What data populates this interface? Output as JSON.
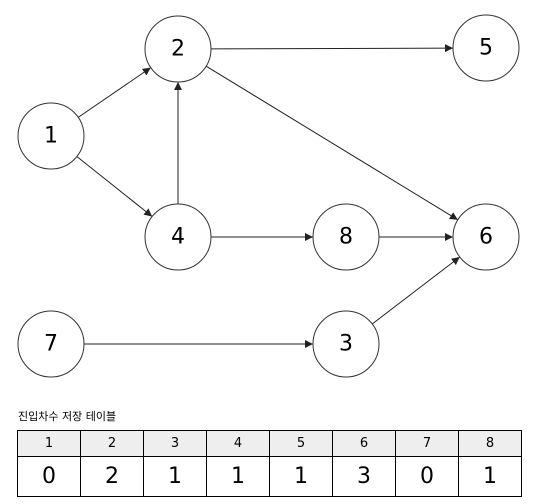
{
  "nodes": [
    {
      "id": "1",
      "label": "1"
    },
    {
      "id": "2",
      "label": "2"
    },
    {
      "id": "5",
      "label": "5"
    },
    {
      "id": "4",
      "label": "4"
    },
    {
      "id": "8",
      "label": "8"
    },
    {
      "id": "6",
      "label": "6"
    },
    {
      "id": "7",
      "label": "7"
    },
    {
      "id": "3",
      "label": "3"
    }
  ],
  "edges": [
    {
      "from": "1",
      "to": "2"
    },
    {
      "from": "1",
      "to": "4"
    },
    {
      "from": "4",
      "to": "2"
    },
    {
      "from": "2",
      "to": "5"
    },
    {
      "from": "2",
      "to": "6"
    },
    {
      "from": "4",
      "to": "8"
    },
    {
      "from": "8",
      "to": "6"
    },
    {
      "from": "7",
      "to": "3"
    },
    {
      "from": "3",
      "to": "6"
    }
  ],
  "table": {
    "caption": "진입차수 저장 테이블",
    "headers": [
      "1",
      "2",
      "3",
      "4",
      "5",
      "6",
      "7",
      "8"
    ],
    "values": [
      "0",
      "2",
      "1",
      "1",
      "1",
      "3",
      "0",
      "1"
    ]
  }
}
